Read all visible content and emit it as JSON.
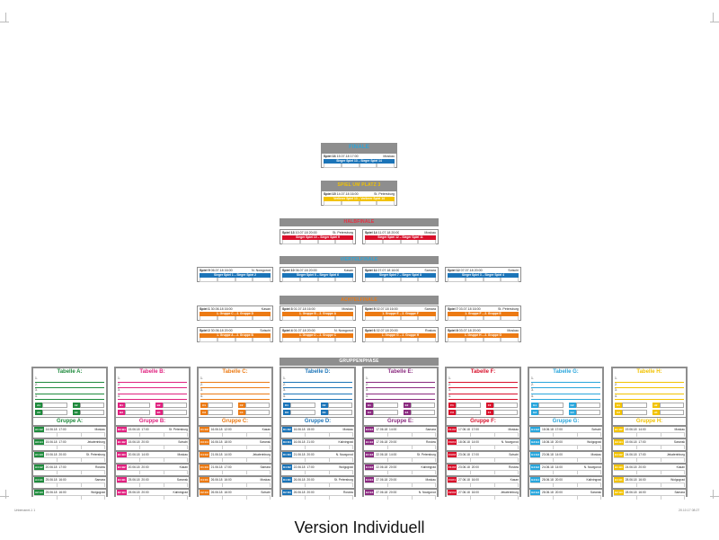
{
  "colors": {
    "gray": "#8e8e8e",
    "blue": "#1b74b8",
    "yellow": "#f2c200",
    "red": "#d8102b",
    "orange": "#ec7a13",
    "green": "#1e8a3c",
    "magenta": "#e0217f",
    "purple": "#8a2a7f",
    "cyan": "#29a6dc"
  },
  "stages": {
    "final": "FINALE",
    "third": "SPIEL UM PLATZ 3",
    "semi": "HALBFINALE",
    "quarter": "VIERTELFINALE",
    "r16": "ACHTELFINALE",
    "group": "GRUPPENPHASE"
  },
  "knockout": [
    {
      "id": "final",
      "no": "Spiel 16",
      "date": "15.07.18",
      "time": "17:00",
      "city": "Moskau",
      "bar": "Sieger Spiel 13 – Sieger Spiel 14",
      "color": "blue"
    },
    {
      "id": "third",
      "no": "Spiel 15",
      "date": "14.07.18",
      "time": "16:00",
      "city": "St. Petersburg",
      "bar": "Verlierer Spiel 13 – Verlierer Spiel 14",
      "color": "yellow"
    },
    {
      "id": "sf1",
      "no": "Spiel 13",
      "date": "10.07.18",
      "time": "20:00",
      "city": "St. Petersburg",
      "bar": "Sieger Spiel 10 – Sieger Spiel 9",
      "color": "red"
    },
    {
      "id": "sf2",
      "no": "Spiel 14",
      "date": "11.07.18",
      "time": "20:00",
      "city": "Moskau",
      "bar": "Sieger Spiel 12 – Sieger Spiel 11",
      "color": "red"
    },
    {
      "id": "qf1",
      "no": "Spiel 9",
      "date": "06.07.18",
      "time": "16:00",
      "city": "N. Nowgorod",
      "bar": "Sieger Spiel 1 – Sieger Spiel 2",
      "color": "blue"
    },
    {
      "id": "qf2",
      "no": "Spiel 10",
      "date": "06.07.18",
      "time": "20:00",
      "city": "Kasan",
      "bar": "Sieger Spiel 5 – Sieger Spiel 6",
      "color": "blue"
    },
    {
      "id": "qf3",
      "no": "Spiel 11",
      "date": "07.07.18",
      "time": "16:00",
      "city": "Samara",
      "bar": "Sieger Spiel 7 – Sieger Spiel 8",
      "color": "blue"
    },
    {
      "id": "qf4",
      "no": "Spiel 12",
      "date": "07.07.18",
      "time": "20:00",
      "city": "Sotschi",
      "bar": "Sieger Spiel 3 – Sieger Spiel 4",
      "color": "blue"
    },
    {
      "id": "r1",
      "no": "Spiel 1",
      "date": "30.06.18",
      "time": "16:00",
      "city": "Kasan",
      "bar": "1. Gruppe C – 2. Gruppe D",
      "color": "orange"
    },
    {
      "id": "r2",
      "no": "Spiel 3",
      "date": "01.07.18",
      "time": "16:00",
      "city": "Moskau",
      "bar": "1. Gruppe B – 2. Gruppe A",
      "color": "orange"
    },
    {
      "id": "r3",
      "no": "Spiel 5",
      "date": "02.07.18",
      "time": "16:00",
      "city": "Samara",
      "bar": "1. Gruppe E – 2. Gruppe F",
      "color": "orange"
    },
    {
      "id": "r4",
      "no": "Spiel 7",
      "date": "03.07.18",
      "time": "16:00",
      "city": "St. Petersburg",
      "bar": "1. Gruppe F – 2. Gruppe E",
      "color": "orange"
    },
    {
      "id": "r5",
      "no": "Spiel 2",
      "date": "30.06.18",
      "time": "20:00",
      "city": "Sotschi",
      "bar": "1. Gruppe A – 2. Gruppe B",
      "color": "orange"
    },
    {
      "id": "r6",
      "no": "Spiel 4",
      "date": "01.07.18",
      "time": "20:00",
      "city": "N. Nowgorod",
      "bar": "1. Gruppe D – 2. Gruppe C",
      "color": "orange"
    },
    {
      "id": "r7",
      "no": "Spiel 6",
      "date": "02.07.18",
      "time": "20:00",
      "city": "Rostow",
      "bar": "1. Gruppe G – 2. Gruppe H",
      "color": "orange"
    },
    {
      "id": "r8",
      "no": "Spiel 8",
      "date": "03.07.18",
      "time": "20:00",
      "city": "Moskau",
      "bar": "1. Gruppe H – 2. Gruppe G",
      "color": "orange"
    }
  ],
  "groups": [
    {
      "letter": "A",
      "table": "Tabelle A:",
      "title": "Gruppe A:",
      "color": "green",
      "matches": [
        [
          "A1:A2",
          "14.06.18",
          "17:00",
          "Moskau"
        ],
        [
          "A3:A4",
          "15.06.18",
          "17:00",
          "Jekaterinburg"
        ],
        [
          "A1:A3",
          "19.06.18",
          "20:00",
          "St. Petersburg"
        ],
        [
          "A4:A2",
          "20.06.18",
          "17:00",
          "Rostow"
        ],
        [
          "A4:A1",
          "25.06.18",
          "16:00",
          "Samara"
        ],
        [
          "A2:A3",
          "25.06.18",
          "16:00",
          "Wolgograd"
        ]
      ]
    },
    {
      "letter": "B",
      "table": "Tabelle B:",
      "title": "Gruppe B:",
      "color": "magenta",
      "matches": [
        [
          "B3:B4",
          "15.06.18",
          "17:00",
          "St. Petersburg"
        ],
        [
          "B1:B2",
          "15.06.18",
          "20:00",
          "Sotschi"
        ],
        [
          "B1:B3",
          "20.06.18",
          "14:00",
          "Moskau"
        ],
        [
          "B4:B2",
          "20.06.18",
          "20:00",
          "Kasan"
        ],
        [
          "B4:B1",
          "25.06.18",
          "20:00",
          "Saransk"
        ],
        [
          "B2:B3",
          "25.06.18",
          "20:00",
          "Kaliningrad"
        ]
      ]
    },
    {
      "letter": "C",
      "table": "Tabelle C:",
      "title": "Gruppe C:",
      "color": "orange",
      "matches": [
        [
          "C1:C2",
          "16.06.18",
          "12:00",
          "Kasan"
        ],
        [
          "C3:C4",
          "16.06.18",
          "18:00",
          "Saransk"
        ],
        [
          "C4:C2",
          "21.06.18",
          "14:00",
          "Jekaterinburg"
        ],
        [
          "C1:C3",
          "21.06.18",
          "17:00",
          "Samara"
        ],
        [
          "C4:C1",
          "26.06.18",
          "16:00",
          "Moskau"
        ],
        [
          "C2:C3",
          "26.06.18",
          "16:00",
          "Sotschi"
        ]
      ]
    },
    {
      "letter": "D",
      "table": "Tabelle D:",
      "title": "Gruppe D:",
      "color": "blue",
      "matches": [
        [
          "D1:D2",
          "16.06.18",
          "15:00",
          "Moskau"
        ],
        [
          "D3:D4",
          "16.06.18",
          "21:00",
          "Kaliningrad"
        ],
        [
          "D1:D3",
          "21.06.18",
          "20:00",
          "N. Nowgorod"
        ],
        [
          "D4:D2",
          "22.06.18",
          "17:00",
          "Wolgograd"
        ],
        [
          "D4:D1",
          "26.06.18",
          "20:00",
          "St. Petersburg"
        ],
        [
          "D2:D3",
          "26.06.18",
          "20:00",
          "Rostow"
        ]
      ]
    },
    {
      "letter": "E",
      "table": "Tabelle E:",
      "title": "Gruppe E:",
      "color": "purple",
      "matches": [
        [
          "E3:E4",
          "17.06.18",
          "14:00",
          "Samara"
        ],
        [
          "E1:E2",
          "17.06.18",
          "20:00",
          "Rostow"
        ],
        [
          "E1:E3",
          "22.06.18",
          "14:00",
          "St. Petersburg"
        ],
        [
          "E4:E2",
          "22.06.18",
          "20:00",
          "Kaliningrad"
        ],
        [
          "E4:E1",
          "27.06.18",
          "20:00",
          "Moskau"
        ],
        [
          "E2:E3",
          "27.06.18",
          "20:00",
          "N. Nowgorod"
        ]
      ]
    },
    {
      "letter": "F",
      "table": "Tabelle F:",
      "title": "Gruppe F:",
      "color": "red",
      "matches": [
        [
          "F1:F2",
          "17.06.18",
          "17:00",
          "Moskau"
        ],
        [
          "F3:F4",
          "18.06.18",
          "14:00",
          "N. Nowgorod"
        ],
        [
          "F4:F2",
          "23.06.18",
          "17:00",
          "Sotschi"
        ],
        [
          "F1:F3",
          "23.06.18",
          "20:00",
          "Rostow"
        ],
        [
          "F4:F1",
          "27.06.18",
          "16:00",
          "Kasan"
        ],
        [
          "F2:F3",
          "27.06.18",
          "16:00",
          "Jekaterinburg"
        ]
      ]
    },
    {
      "letter": "G",
      "table": "Tabelle G:",
      "title": "Gruppe G:",
      "color": "cyan",
      "matches": [
        [
          "G1:G2",
          "18.06.18",
          "17:00",
          "Sotschi"
        ],
        [
          "G3:G4",
          "18.06.18",
          "20:00",
          "Wolgograd"
        ],
        [
          "G1:G3",
          "23.06.18",
          "14:00",
          "Moskau"
        ],
        [
          "G4:G2",
          "24.06.18",
          "14:00",
          "N. Nowgorod"
        ],
        [
          "G4:G1",
          "28.06.18",
          "20:00",
          "Kaliningrad"
        ],
        [
          "G2:G3",
          "28.06.18",
          "20:00",
          "Saransk"
        ]
      ]
    },
    {
      "letter": "H",
      "table": "Tabelle H:",
      "title": "Gruppe H:",
      "color": "yellow",
      "matches": [
        [
          "H1:H2",
          "19.06.18",
          "14:00",
          "Moskau"
        ],
        [
          "H3:H4",
          "19.06.18",
          "17:00",
          "Saransk"
        ],
        [
          "H4:H2",
          "24.06.18",
          "17:00",
          "Jekaterinburg"
        ],
        [
          "H1:H3",
          "24.06.18",
          "20:00",
          "Kasan"
        ],
        [
          "H4:H1",
          "28.06.18",
          "16:00",
          "Wolgograd"
        ],
        [
          "H2:H3",
          "28.06.18",
          "16:00",
          "Samara"
        ]
      ]
    }
  ],
  "table_rows": [
    "1.",
    "2.",
    "3.",
    "4."
  ],
  "footer": {
    "left": "Unbenannt-1   1",
    "right": "20.10.17   08:27"
  },
  "caption": "Version Individuell"
}
